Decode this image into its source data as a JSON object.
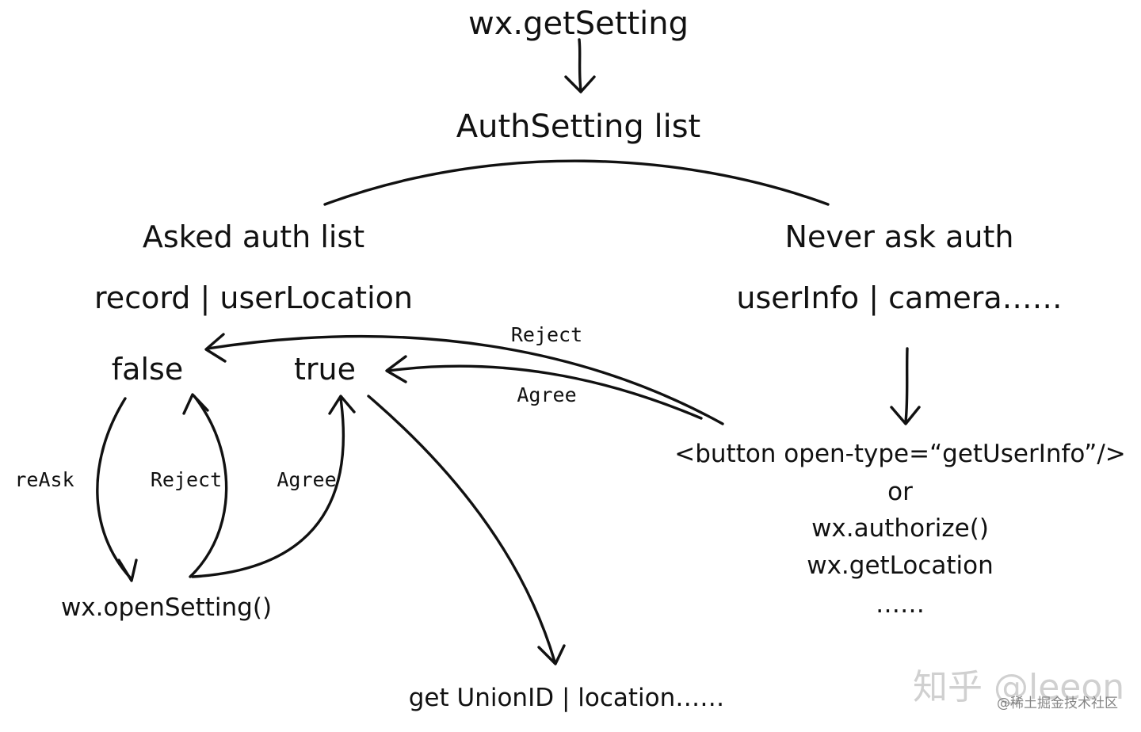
{
  "diagram": {
    "title": "wx.getSetting",
    "list_title": "AuthSetting list",
    "asked": {
      "heading": "Asked auth list",
      "items": "record | userLocation"
    },
    "never": {
      "heading": "Never ask auth",
      "items": "userInfo | camera……"
    },
    "states": {
      "false": "false",
      "true": "true"
    },
    "edge_labels": {
      "reject_top": "Reject",
      "agree_top": "Agree",
      "reask": "reAsk",
      "reject_bottom": "Reject",
      "agree_bottom": "Agree"
    },
    "open_setting": "wx.openSetting()",
    "result": "get UnionID | location……",
    "triggers": {
      "button": "<button open-type=“getUserInfo”/>",
      "or": "or",
      "authorize": "wx.authorize()",
      "get_location": "wx.getLocation",
      "more": "……"
    }
  },
  "watermark": {
    "main": "知乎 @leeon",
    "sub": "@稀土掘金技术社区"
  },
  "colors": {
    "ink": "#111111",
    "background": "#ffffff",
    "watermark": "#aaaaaa"
  }
}
